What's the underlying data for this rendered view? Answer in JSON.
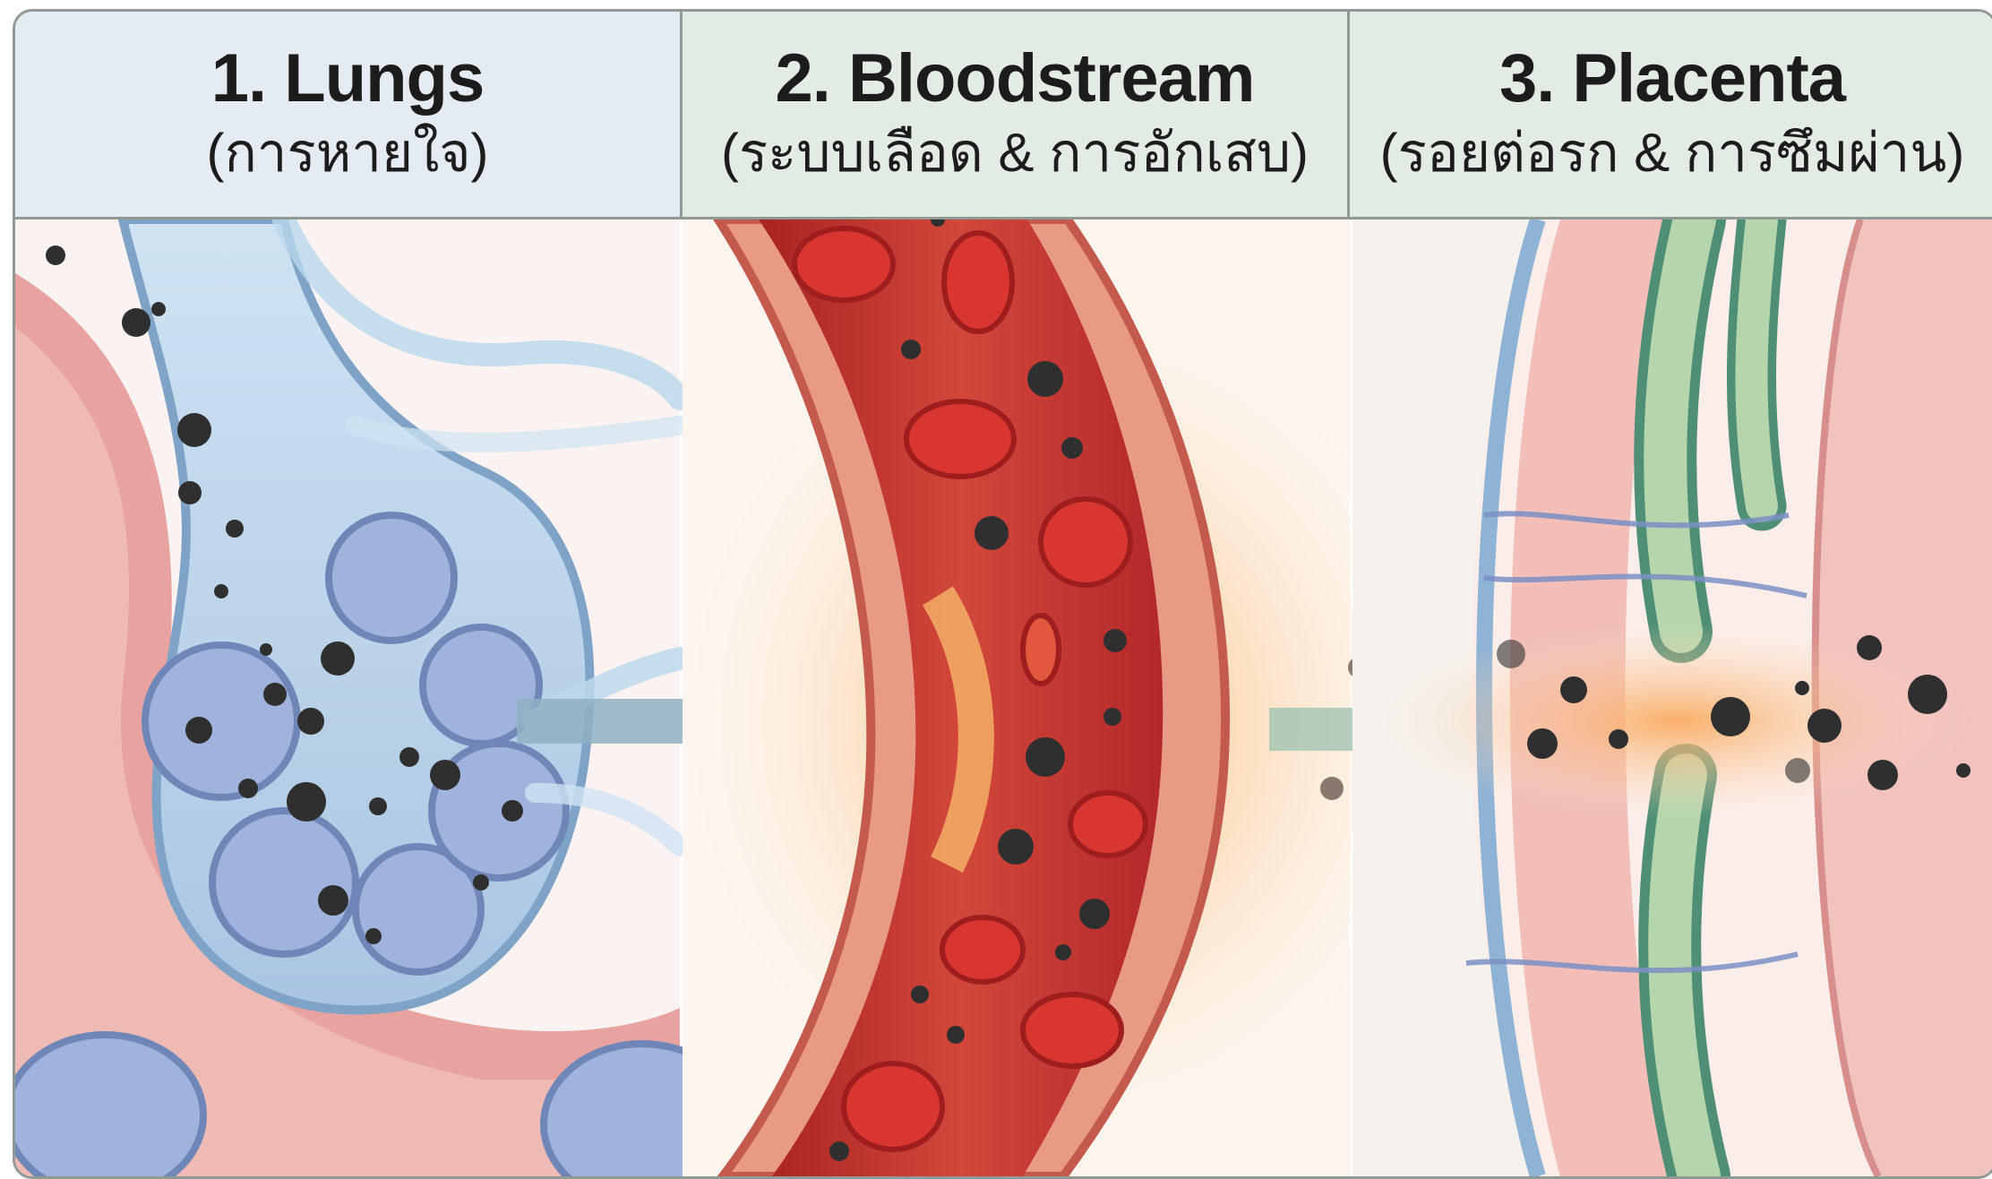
{
  "panels": [
    {
      "title": "1. Lungs",
      "subtitle": "(การหายใจ)"
    },
    {
      "title": "2. Bloodstream",
      "subtitle": "(ระบบเลือด & การอักเสบ)"
    },
    {
      "title": "3. Placenta",
      "subtitle": "(รอยต่อรก & การซึมผ่าน)"
    }
  ],
  "colors": {
    "header_lungs": "#e4ebf3",
    "header_green": "#e3ece3",
    "lung_blue": "#a9c6e2",
    "tissue_pink": "#e8a3a1",
    "blood_red": "#c8322e",
    "inflammation_orange": "#f4a24a",
    "placenta_green": "#a9cfa3",
    "particle": "#2f2f2f",
    "arrow": "#7f9eb0"
  },
  "icons": [
    "flow-arrow-icon",
    "flow-arrow-icon"
  ]
}
